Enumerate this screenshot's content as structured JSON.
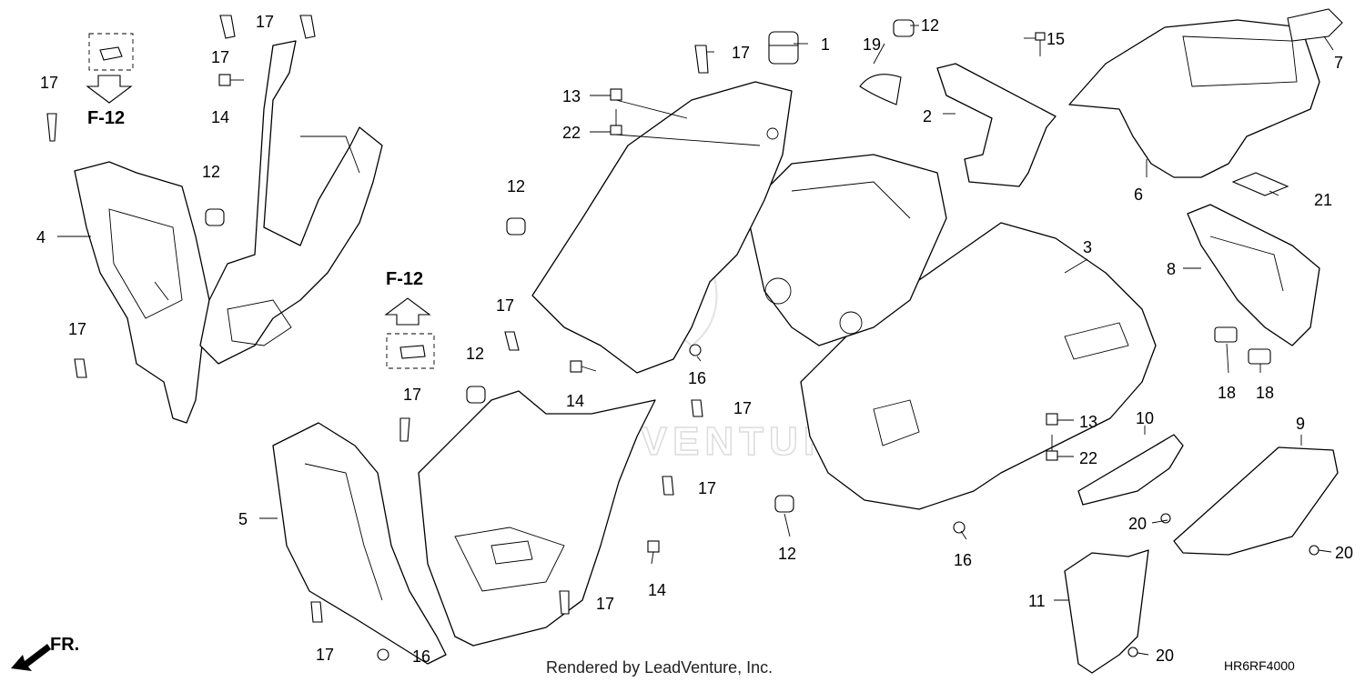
{
  "diagram": {
    "callouts": {
      "c1": "1",
      "c2": "2",
      "c3": "3",
      "c4": "4",
      "c5": "5",
      "c6": "6",
      "c7": "7",
      "c8": "8",
      "c9": "9",
      "c10": "10",
      "c11": "11",
      "c12": "12",
      "c13": "13",
      "c14": "14",
      "c15": "15",
      "c16": "16",
      "c17": "17",
      "c18": "18",
      "c19": "19",
      "c20": "20",
      "c21": "21",
      "c22": "22"
    },
    "refs": {
      "f12": "F-12",
      "front": "FR."
    },
    "watermark": "LEADVENTURE",
    "credit": "Rendered by LeadVenture, Inc.",
    "drawing_code": "HR6RF4000"
  }
}
